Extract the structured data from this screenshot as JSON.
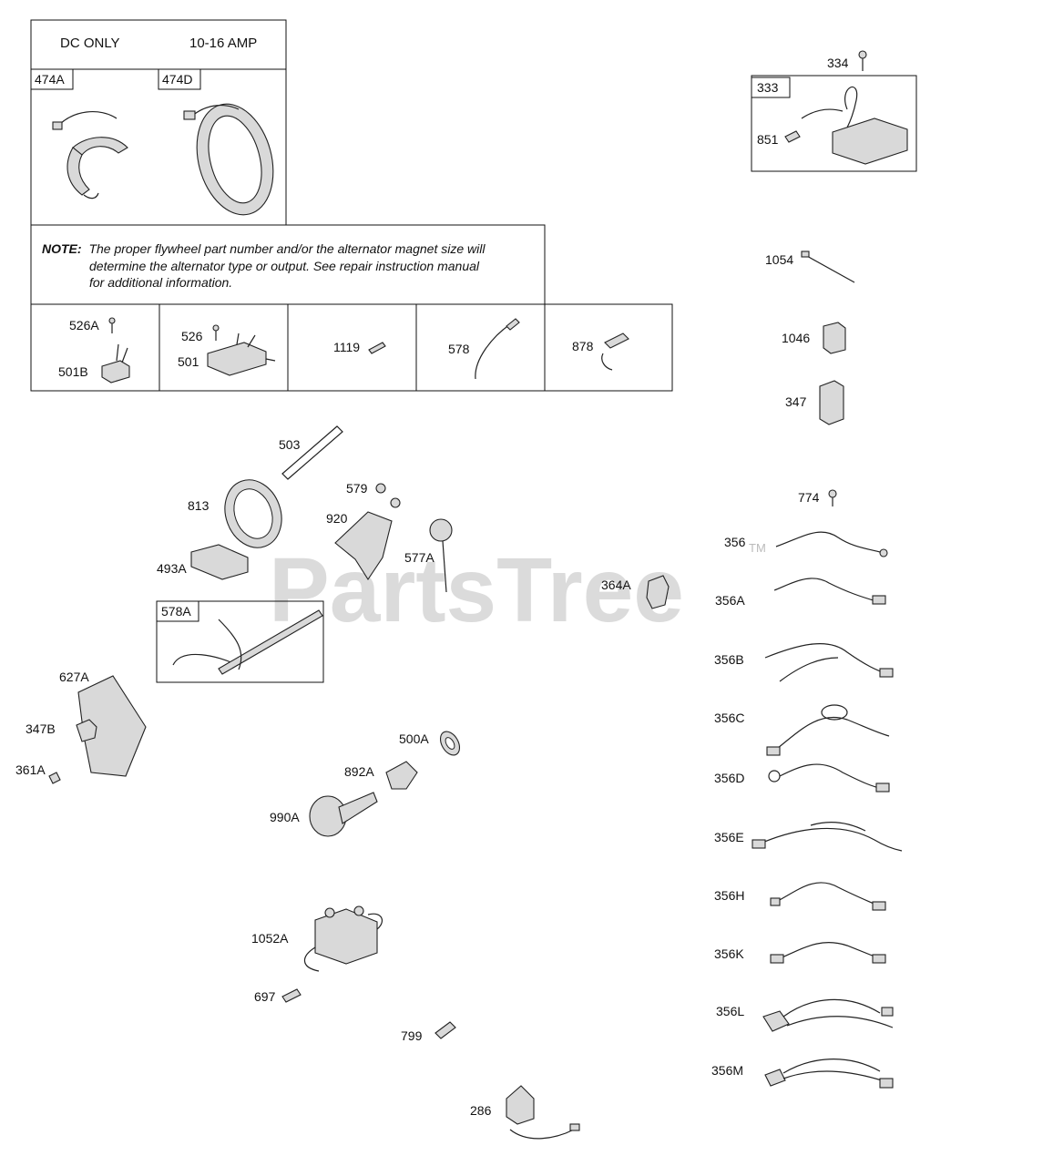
{
  "header": {
    "dc_only": "DC ONLY",
    "amp_range": "10-16 AMP"
  },
  "note": {
    "prefix": "NOTE:",
    "line1": "The proper flywheel part number and/or the alternator magnet size will",
    "line2": "determine the alternator type or output. See repair instruction manual",
    "line3": "for additional information."
  },
  "watermark": {
    "text": "PartsTree",
    "tm": "TM"
  },
  "labels": {
    "p474A": "474A",
    "p474D": "474D",
    "p333": "333",
    "p334": "334",
    "p851": "851",
    "p526A": "526A",
    "p501B": "501B",
    "p526": "526",
    "p501": "501",
    "p1119": "1119",
    "p578": "578",
    "p878": "878",
    "p1054": "1054",
    "p1046": "1046",
    "p347": "347",
    "p503": "503",
    "p813": "813",
    "p579": "579",
    "p920": "920",
    "p493A": "493A",
    "p577A": "577A",
    "p364A": "364A",
    "p578A": "578A",
    "p627A": "627A",
    "p347B": "347B",
    "p361A": "361A",
    "p500A": "500A",
    "p892A": "892A",
    "p990A": "990A",
    "p1052A": "1052A",
    "p697": "697",
    "p799": "799",
    "p286": "286",
    "p774": "774",
    "p356": "356",
    "p356A": "356A",
    "p356B": "356B",
    "p356C": "356C",
    "p356D": "356D",
    "p356E": "356E",
    "p356H": "356H",
    "p356K": "356K",
    "p356L": "356L",
    "p356M": "356M"
  }
}
